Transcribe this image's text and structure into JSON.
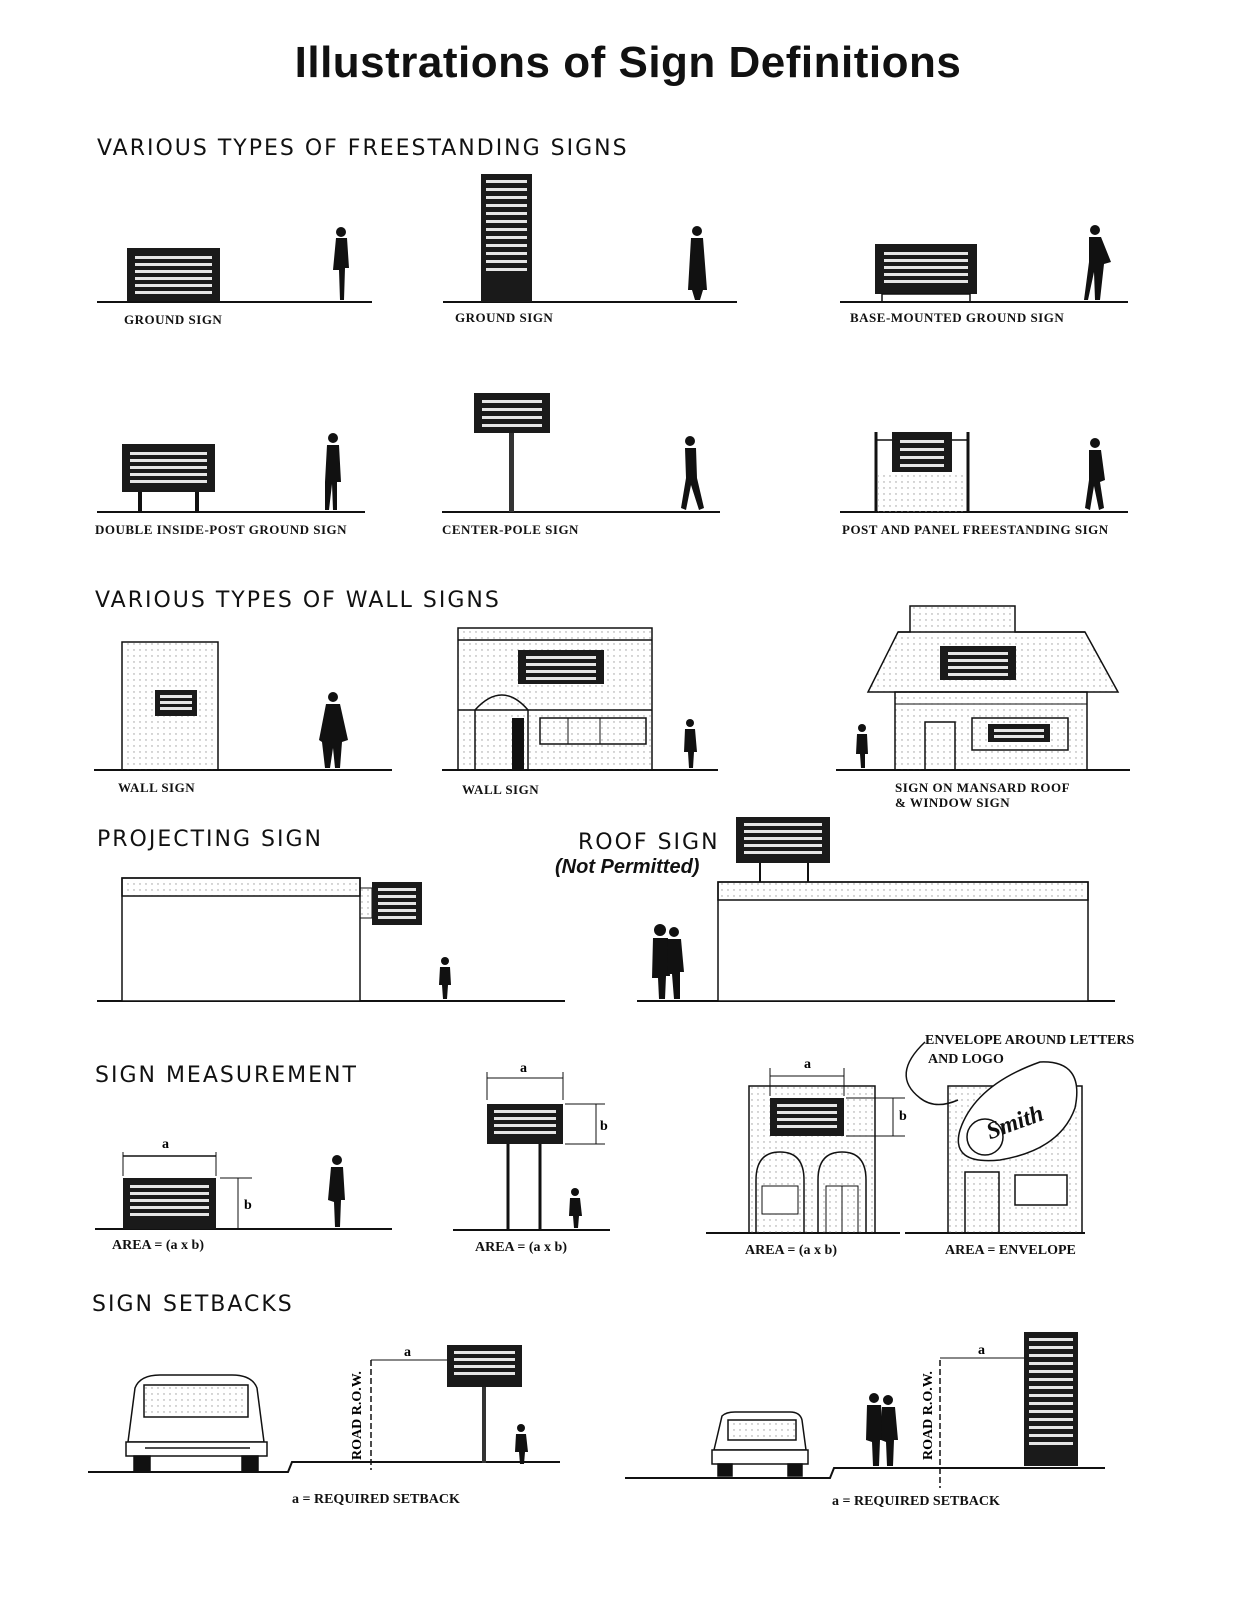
{
  "title": "Illustrations of Sign Definitions",
  "sections": {
    "freestanding": "VARIOUS TYPES OF FREESTANDING SIGNS",
    "wall": "VARIOUS TYPES OF WALL SIGNS",
    "projecting": "PROJECTING SIGN",
    "roof": "ROOF SIGN",
    "roof_note": "(Not Permitted)",
    "measurement": "SIGN MEASUREMENT",
    "setbacks": "SIGN SETBACKS"
  },
  "freestanding_captions": [
    "GROUND SIGN",
    "GROUND SIGN",
    "BASE-MOUNTED GROUND SIGN",
    "DOUBLE INSIDE-POST GROUND SIGN",
    "CENTER-POLE SIGN",
    "POST AND PANEL FREESTANDING SIGN"
  ],
  "wall_captions": [
    "WALL SIGN",
    "WALL SIGN",
    "SIGN ON MANSARD ROOF",
    "& WINDOW SIGN"
  ],
  "measurement": {
    "area_formula": "AREA = (a x b)",
    "area_envelope": "AREA = ENVELOPE",
    "envelope_note_line1": "ENVELOPE AROUND LETTERS",
    "envelope_note_line2": "AND LOGO",
    "dim_a": "a",
    "dim_b": "b",
    "logo_text": "Smith"
  },
  "setbacks": {
    "caption": "a = REQUIRED SETBACK",
    "row_label": "ROAD R.O.W.",
    "dim_a": "a"
  }
}
